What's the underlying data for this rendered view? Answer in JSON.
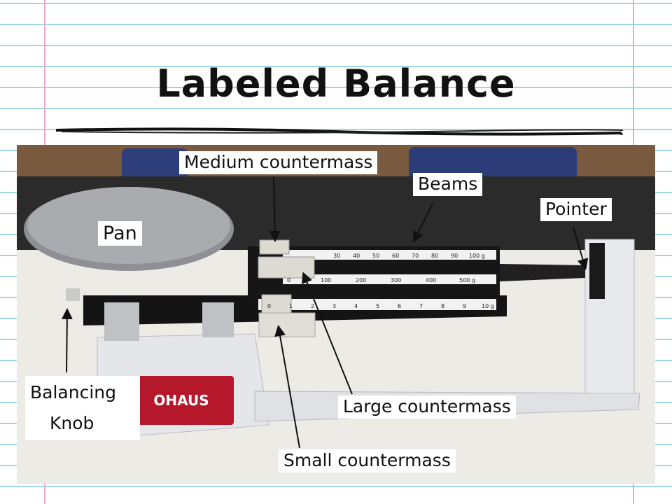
{
  "title": "Labeled Balance",
  "labels": {
    "medium_countermass": "Medium countermass",
    "beams": "Beams",
    "pointer": "Pointer",
    "pan": "Pan",
    "balancing_knob_line1": "Balancing",
    "balancing_knob_line2": "Knob",
    "large_countermass": "Large countermass",
    "small_countermass": "Small countermass"
  },
  "scale_brand": "OHAUS",
  "beam_ticks": {
    "top": [
      "30",
      "40",
      "50",
      "60",
      "70",
      "80",
      "90",
      "100 g"
    ],
    "middle": [
      "0",
      "100",
      "200",
      "300",
      "400",
      "500 g"
    ],
    "bottom": [
      "0",
      "1",
      "2",
      "3",
      "4",
      "5",
      "6",
      "7",
      "8",
      "9",
      "10 g"
    ]
  },
  "colors": {
    "paper_line": "#9fd6e6",
    "margin_line": "#e6a6d6",
    "scale_body": "#e9ebee",
    "beam_black": "#141414",
    "brand_red": "#b5172b"
  }
}
